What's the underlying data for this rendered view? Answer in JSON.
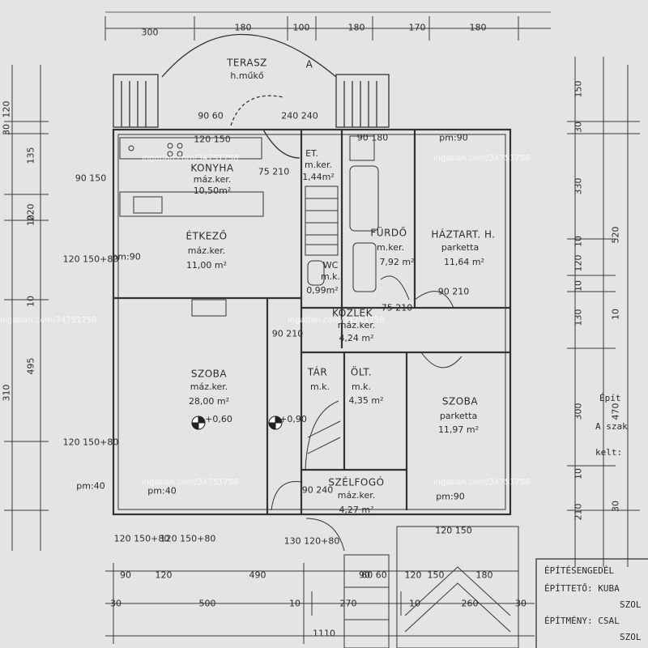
{
  "terrace": {
    "name": "TERASZ",
    "material": "h.műkő"
  },
  "rooms": [
    {
      "id": "kitchen",
      "name": "KONYHA",
      "material": "máz.ker.",
      "area": "10,50m²"
    },
    {
      "id": "dining",
      "name": "ÉTKEZŐ",
      "material": "máz.ker.",
      "area": "11,00 m²"
    },
    {
      "id": "living",
      "name": "SZOBA",
      "material": "máz.ker.",
      "area": "28,00 m²"
    },
    {
      "id": "stair",
      "name": "ET.",
      "material": "m.ker.",
      "area": "1,44m²"
    },
    {
      "id": "wc",
      "name": "WC",
      "material": "m.k.",
      "area": "0,99m²"
    },
    {
      "id": "bath",
      "name": "FÜRDŐ",
      "material": "m.ker.",
      "area": "7,92 m²"
    },
    {
      "id": "utility",
      "name": "HÁZTART. H.",
      "material": "parketta",
      "area": "11,64 m²"
    },
    {
      "id": "corridor",
      "name": "KÖZLEK",
      "material": "máz.ker.",
      "area": "4,24 m²"
    },
    {
      "id": "storage",
      "name": "TÁR",
      "material": "m.k.",
      "area": ""
    },
    {
      "id": "wardrobe",
      "name": "ÖLT.",
      "material": "m.k.",
      "area": "4,35 m²"
    },
    {
      "id": "bedroom",
      "name": "SZOBA",
      "material": "parketta",
      "area": "11,97 m²"
    },
    {
      "id": "vestibule",
      "name": "SZÉLFOGÓ",
      "material": "máz.ker.",
      "area": "4,27 m²"
    }
  ],
  "levels": [
    "+0,60",
    "+0,90"
  ],
  "section_marker": "A",
  "dims_top": [
    "300",
    "180",
    "100",
    "180",
    "170",
    "180"
  ],
  "dims_bottom_1": [
    "90",
    "120",
    "490",
    "90",
    "120",
    "150",
    "180"
  ],
  "dims_bottom_2": [
    "30",
    "500",
    "10",
    "270",
    "10",
    "260",
    "30"
  ],
  "dims_bottom_total": "1110",
  "dims_left": [
    "120",
    "30",
    "135",
    "10",
    "220",
    "10",
    "495",
    "310"
  ],
  "dims_right": [
    "150",
    "30",
    "330",
    "10",
    "520",
    "120",
    "10",
    "130",
    "10",
    "300",
    "470",
    "10",
    "210",
    "30"
  ],
  "openings": [
    "90 180",
    "pm:90",
    "90 60",
    "240 240",
    "75 210",
    "90 150",
    "120 150",
    "pm:90",
    "120 150+80",
    "120 150+80",
    "pm:40",
    "pm:40",
    "90 210",
    "75 210",
    "90 210",
    "90 240",
    "130 120+80",
    "120 150",
    "120 150+80",
    "120 150+80",
    "60 60",
    "pm:90"
  ],
  "title_block": [
    "ÉPÍTÉSENGEDÉL",
    "ÉPÍTTETŐ: KUBA",
    "SZOL",
    "ÉPÍTMÉNY: CSAL",
    "SZOL"
  ],
  "side_notes": [
    "Épít",
    "A szak",
    "kelt:"
  ],
  "watermark": "ingatlan.com/34751758"
}
